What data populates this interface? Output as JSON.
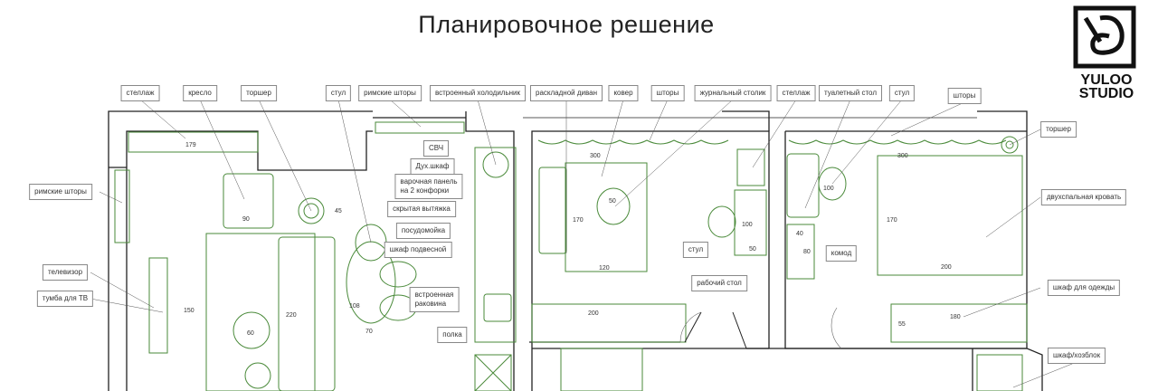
{
  "title": "Планировочное решение",
  "logo": {
    "line1": "YULOO",
    "line2": "STUDIO"
  },
  "labels": {
    "shelf1": "стеллаж",
    "armchair": "кресло",
    "lamp1": "торшер",
    "chair1": "стул",
    "roman1": "римские шторы",
    "fridge": "встроенный холодильник",
    "sofabed": "раскладной диван",
    "rug": "ковер",
    "curtains1": "шторы",
    "coffee_table": "журнальный столик",
    "shelf2": "стеллаж",
    "dressing_table": "туалетный стол",
    "chair2": "стул",
    "curtains2": "шторы",
    "lamp2": "торшер",
    "double_bed": "двухспальная кровать",
    "wardrobe": "шкаф для одежды",
    "utility": "шкаф/хозблок",
    "dresser": "комод",
    "desk": "рабочий стол",
    "chair3": "стул",
    "roman2": "римские шторы",
    "tv": "телевизор",
    "tv_stand": "тумба для ТВ",
    "microwave": "СВЧ",
    "oven": "Дух.шкаф",
    "hob_1": "варочная панель",
    "hob_2": "на 2 конфорки",
    "hood": "скрытая вытяжка",
    "dishwasher": "посудомойка",
    "wall_cabinet": "шкаф подвесной",
    "sink_1": "встроенная",
    "sink_2": "раковина",
    "shelf3": "полка"
  },
  "dims": {
    "d179": "179",
    "d90": "90",
    "d45": "45",
    "d300a": "300",
    "d300b": "300",
    "d120": "120",
    "d170a": "170",
    "d170b": "170",
    "d200a": "200",
    "d200b": "200",
    "d180": "180",
    "d150": "150",
    "d220": "220",
    "d108": "108",
    "d70": "70",
    "d60": "60",
    "d50a": "50",
    "d50b": "50",
    "d100a": "100",
    "d100b": "100",
    "d80": "80",
    "d40": "40",
    "d55": "55"
  }
}
